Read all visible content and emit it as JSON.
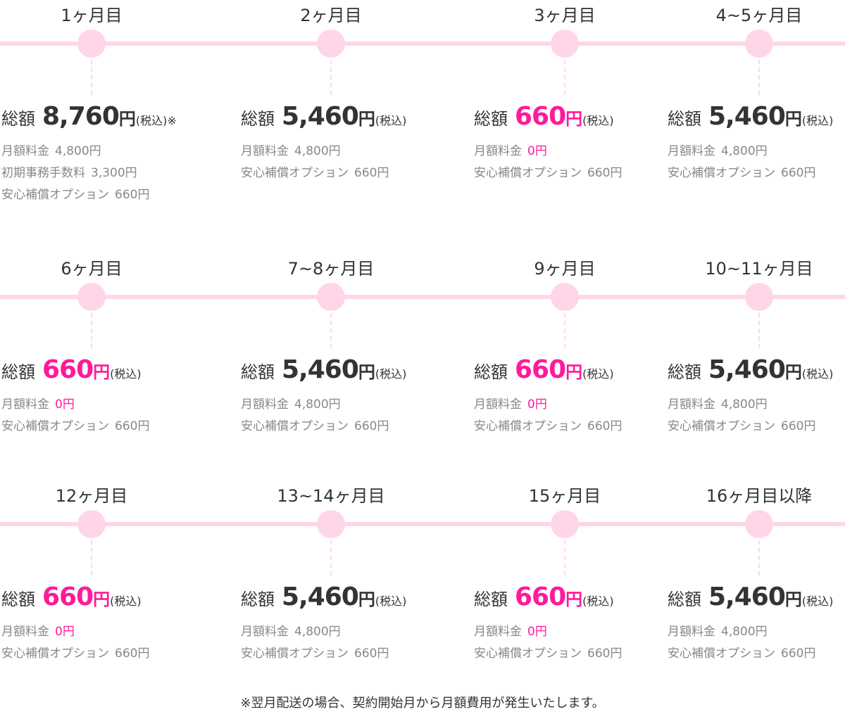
{
  "total_label": "総額",
  "tax_label": "(税込)",
  "yen": "円",
  "monthly_fee_label": "月額料金",
  "initial_fee_label": "初期事務手数料",
  "option_label": "安心補償オプション",
  "footnote": "※翌月配送の場合、契約開始月から月額費用が発生いたします。",
  "colors": {
    "accent": "#ff1a9b",
    "timeline": "#ffd6e8"
  },
  "rows": [
    [
      {
        "month": "1ヶ月目",
        "amount": "8,760",
        "pink": false,
        "note": "※",
        "monthly": "4,800円",
        "monthly_pink": false,
        "initial": "3,300円",
        "option": "660円"
      },
      {
        "month": "2ヶ月目",
        "amount": "5,460",
        "pink": false,
        "note": "",
        "monthly": "4,800円",
        "monthly_pink": false,
        "option": "660円"
      },
      {
        "month": "3ヶ月目",
        "amount": "660",
        "pink": true,
        "note": "",
        "monthly": "0円",
        "monthly_pink": true,
        "option": "660円"
      },
      {
        "month": "4~5ヶ月目",
        "amount": "5,460",
        "pink": false,
        "note": "",
        "monthly": "4,800円",
        "monthly_pink": false,
        "option": "660円"
      }
    ],
    [
      {
        "month": "6ヶ月目",
        "amount": "660",
        "pink": true,
        "note": "",
        "monthly": "0円",
        "monthly_pink": true,
        "option": "660円"
      },
      {
        "month": "7~8ヶ月目",
        "amount": "5,460",
        "pink": false,
        "note": "",
        "monthly": "4,800円",
        "monthly_pink": false,
        "option": "660円"
      },
      {
        "month": "9ヶ月目",
        "amount": "660",
        "pink": true,
        "note": "",
        "monthly": "0円",
        "monthly_pink": true,
        "option": "660円"
      },
      {
        "month": "10~11ヶ月目",
        "amount": "5,460",
        "pink": false,
        "note": "",
        "monthly": "4,800円",
        "monthly_pink": false,
        "option": "660円"
      }
    ],
    [
      {
        "month": "12ヶ月目",
        "amount": "660",
        "pink": true,
        "note": "",
        "monthly": "0円",
        "monthly_pink": true,
        "option": "660円"
      },
      {
        "month": "13~14ヶ月目",
        "amount": "5,460",
        "pink": false,
        "note": "",
        "monthly": "4,800円",
        "monthly_pink": false,
        "option": "660円"
      },
      {
        "month": "15ヶ月目",
        "amount": "660",
        "pink": true,
        "note": "",
        "monthly": "0円",
        "monthly_pink": true,
        "option": "660円"
      },
      {
        "month": "16ヶ月目以降",
        "amount": "5,460",
        "pink": false,
        "note": "",
        "monthly": "4,800円",
        "monthly_pink": false,
        "option": "660円"
      }
    ]
  ]
}
